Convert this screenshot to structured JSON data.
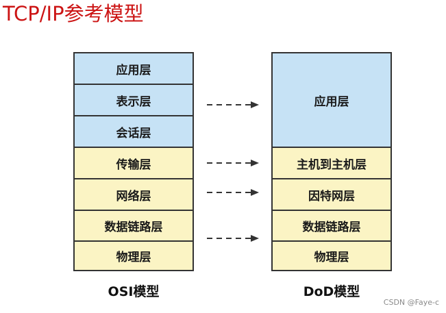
{
  "title": "TCP/IP参考模型",
  "osi": {
    "caption": "OSI模型",
    "layers": [
      "应用层",
      "表示层",
      "会话层",
      "传输层",
      "网络层",
      "数据链路层",
      "物理层"
    ]
  },
  "dod": {
    "caption": "DoD模型",
    "layers": [
      "应用层",
      "主机到主机层",
      "因特网层",
      "数据链路层",
      "物理层"
    ]
  },
  "watermark": "CSDN @Faye-c",
  "colors": {
    "title": "#cc1414",
    "upper_layers": "#c6e2f5",
    "lower_layers": "#fbf4c4",
    "border": "#333333"
  }
}
